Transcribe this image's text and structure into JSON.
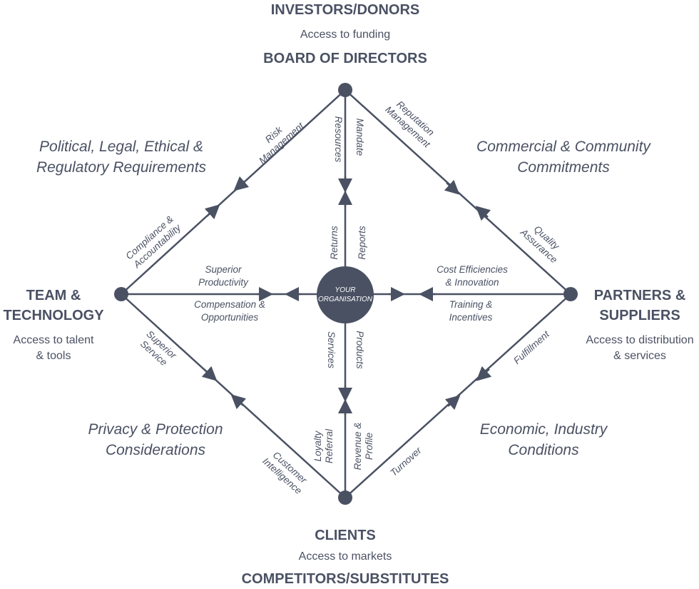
{
  "top": {
    "title": "INVESTORS/DONORS",
    "subtitle": "Access to funding",
    "node": "BOARD OF DIRECTORS"
  },
  "bottom": {
    "node": "CLIENTS",
    "subtitle": "Access to markets",
    "title": "COMPETITORS/SUBSTITUTES"
  },
  "left": {
    "node_line1": "TEAM &",
    "node_line2": "TECHNOLOGY",
    "subtitle_line1": "Access to talent",
    "subtitle_line2": "& tools"
  },
  "right": {
    "node_line1": "PARTNERS &",
    "node_line2": "SUPPLIERS",
    "subtitle_line1": "Access to distribution",
    "subtitle_line2": "& services"
  },
  "center": {
    "line1": "YOUR",
    "line2": "ORGANISATION"
  },
  "zones": {
    "top_left": [
      "Political, Legal, Ethical &",
      "Regulatory Requirements"
    ],
    "top_right": [
      "Commercial & Community",
      "Commitments"
    ],
    "bottom_left": [
      "Privacy & Protection",
      "Considerations"
    ],
    "bottom_right": [
      "Economic, Industry",
      "Conditions"
    ]
  },
  "edge_labels": {
    "risk_management": [
      "Risk",
      "Management"
    ],
    "compliance": [
      "Compliance &",
      "Accountability"
    ],
    "reputation": [
      "Reputation",
      "Management"
    ],
    "quality": [
      "Quality",
      "Assurance"
    ],
    "superior_service": [
      "Superior",
      "Service"
    ],
    "customer_intelligence": [
      "Customer",
      "Intelligence"
    ],
    "fulfillment": "Fulfillment",
    "turnover": "Turnover",
    "resources": "Resources",
    "mandate": "Mandate",
    "returns": "Returns",
    "reports": "Reports",
    "services": "Services",
    "products": "Products",
    "loyalty": [
      "Loyalty",
      "Referral"
    ],
    "revenue": [
      "Revenue &",
      "Profile"
    ],
    "superior_productivity": [
      "Superior",
      "Productivity"
    ],
    "compensation": [
      "Compensation &",
      "Opportunities"
    ],
    "cost_efficiencies": [
      "Cost Efficiencies",
      "& Innovation"
    ],
    "training": [
      "Training &",
      "Incentives"
    ]
  },
  "colors": {
    "ink": "#4a5163",
    "background": "#ffffff"
  }
}
